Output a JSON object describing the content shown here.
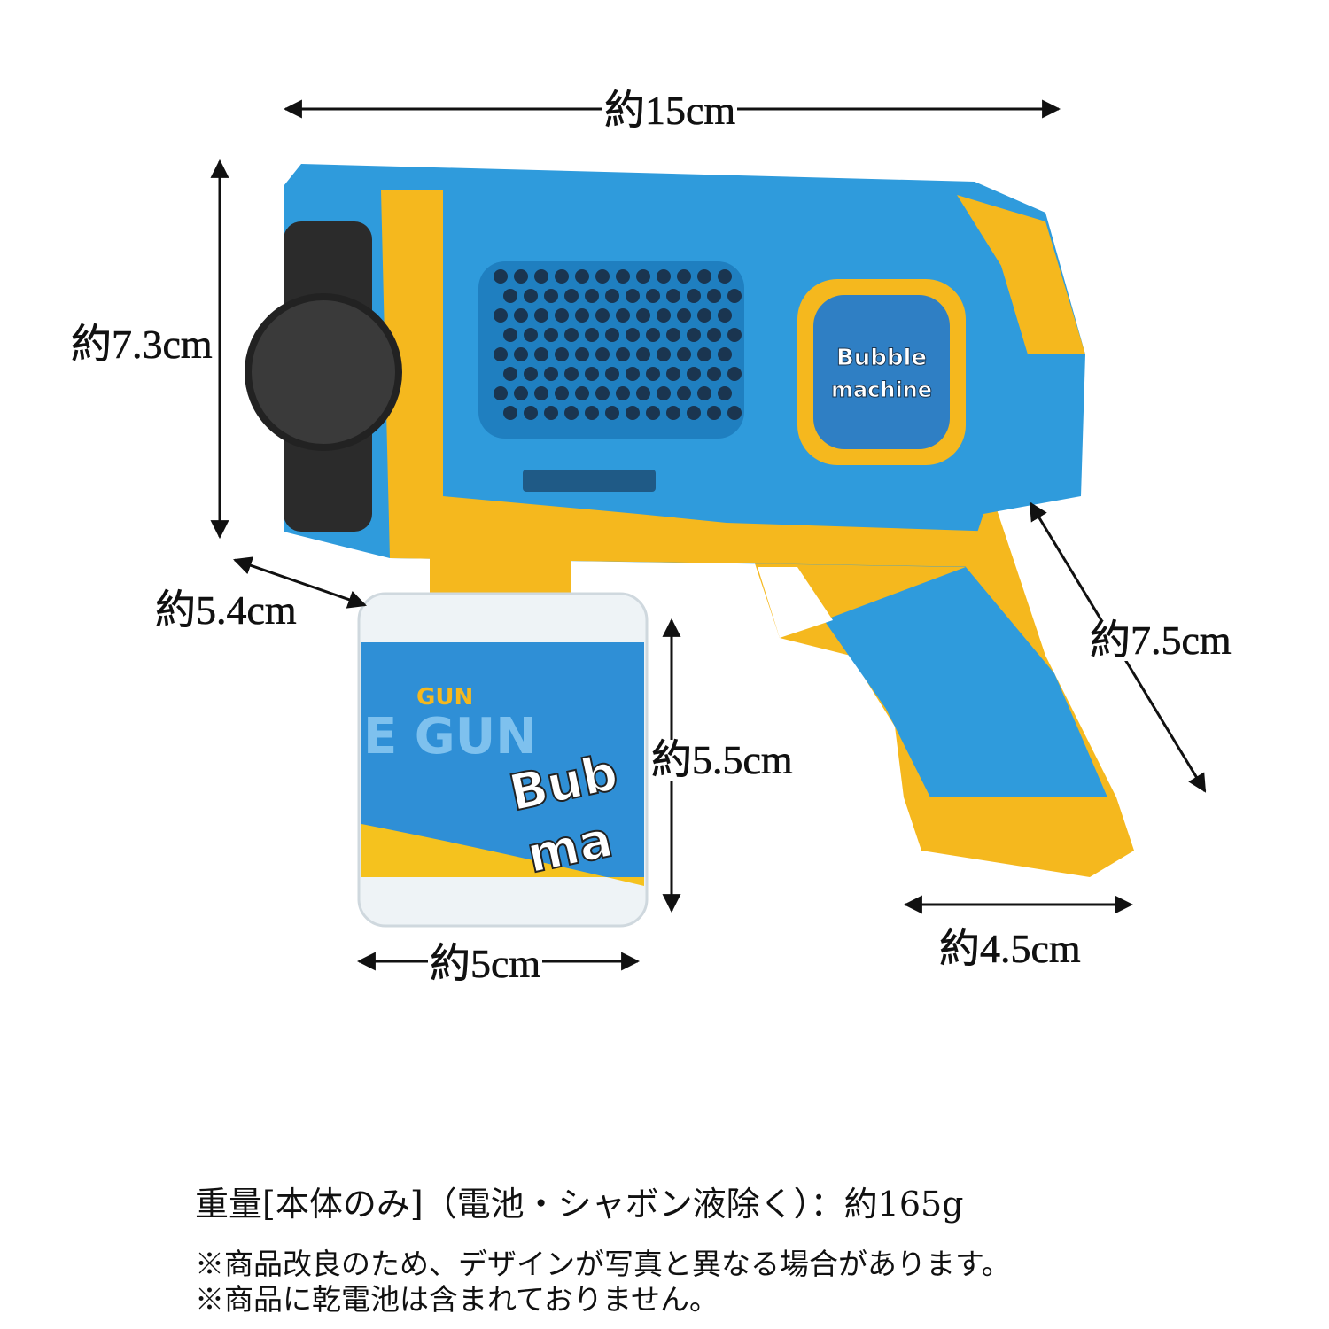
{
  "dimensions": {
    "width": "約15cm",
    "height": "約7.3cm",
    "depth": "約5.4cm",
    "bottle_height": "約5.5cm",
    "bottle_width": "約5cm",
    "grip_width": "約4.5cm",
    "grip_length": "約7.5cm"
  },
  "product_labels": {
    "badge_line1": "Bubble",
    "badge_line2": "machine",
    "bottle_top": "GUN",
    "bottle_middle": "E GUN",
    "bottle_line1": "Bub",
    "bottle_line2": "ma"
  },
  "notes": {
    "weight": "重量[本体のみ]（電池・シャボン液除く）：約165g",
    "design_notice": "※商品改良のため、デザインが写真と異なる場合があります。",
    "battery_notice": "※商品に乾電池は含まれておりません。"
  },
  "colors": {
    "blue": "#2f9bdc",
    "yellow": "#f5b81e",
    "dark": "#2b2b2b"
  }
}
